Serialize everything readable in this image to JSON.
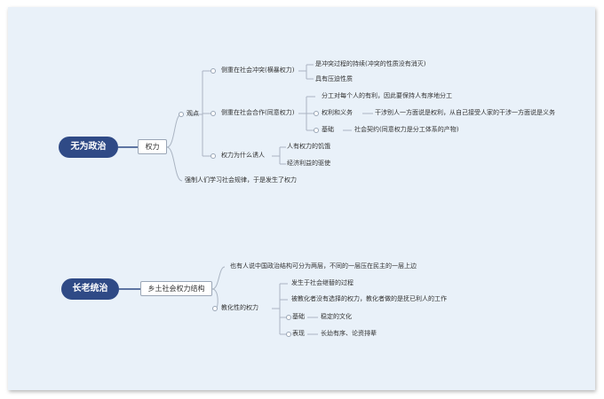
{
  "tree1": {
    "root": "无为政治",
    "power": "权力",
    "view": "观点",
    "view1": "侧重在社会冲突(横暴权力)",
    "view1_a": "是冲突过程的持续(冲突的性质没有消灭)",
    "view1_b": "具有压迫性质",
    "view2": "侧重在社会合作(同意权力)",
    "view2_a": "分工对每个人的有利，因此要保持人有序地分工",
    "view2_b": "权利和义务",
    "view2_b_detail": "干涉别人一方面说是权利，从自己接受人家的干涉一方面说是义务",
    "view2_c": "基础",
    "view2_c_detail": "社会契约(同意权力是分工体系的产物)",
    "view3": "权力为什么诱人",
    "view3_a": "人有权力的饥饿",
    "view3_b": "经济利益的驱使",
    "learn": "强制人们学习社会规律，于是发生了权力"
  },
  "tree2": {
    "root": "长老统治",
    "structure": "乡土社会权力结构",
    "s1": "也有人说中国政治结构可分为两层，不同的一层压在民主的一层上边",
    "s2": "教化性的权力",
    "s2_a": "发生于社会继替的过程",
    "s2_b": "被教化者没有选择的权力，教化者做的是抚已利人的工作",
    "s2_c": "基础",
    "s2_c_detail": "稳定的文化",
    "s2_d": "表现",
    "s2_d_detail": "长幼有序、论资排辈"
  }
}
